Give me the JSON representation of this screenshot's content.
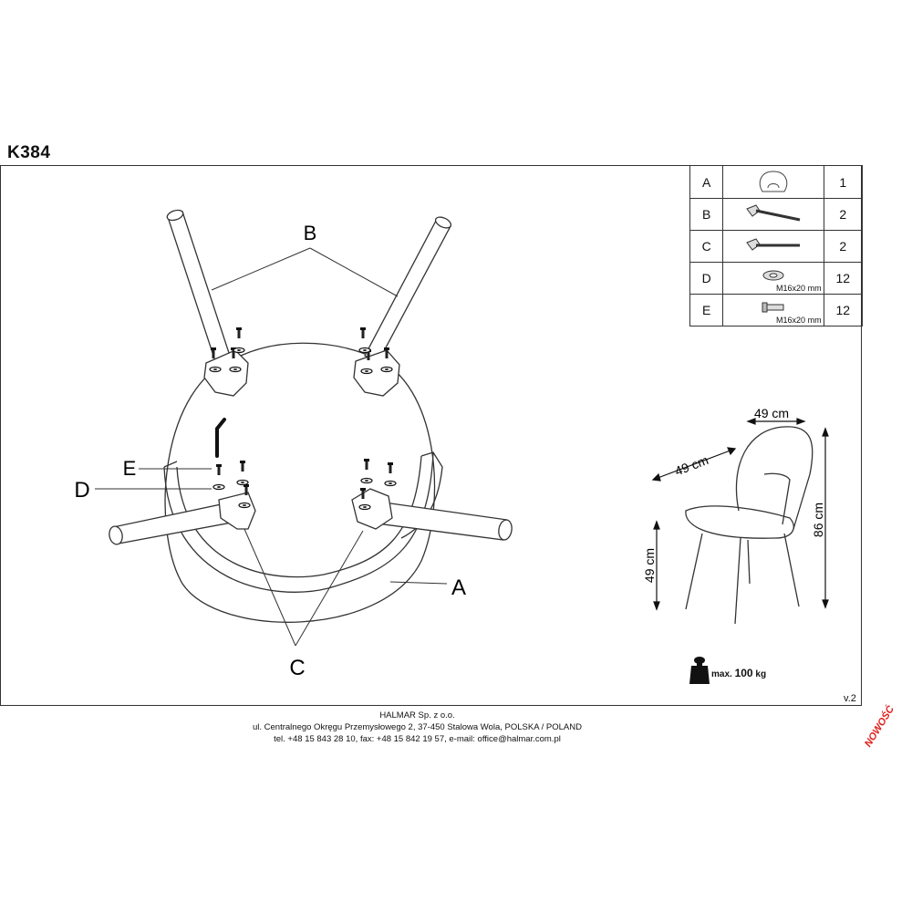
{
  "header": {
    "model": "K384"
  },
  "callouts": {
    "a": "A",
    "b": "B",
    "c": "C",
    "d": "D",
    "e": "E"
  },
  "parts": [
    {
      "letter": "A",
      "qty": "1",
      "spec": "",
      "icon": "chair-seat-icon"
    },
    {
      "letter": "B",
      "qty": "2",
      "spec": "",
      "icon": "leg-with-bracket-icon"
    },
    {
      "letter": "C",
      "qty": "2",
      "spec": "",
      "icon": "leg-with-bracket-icon"
    },
    {
      "letter": "D",
      "qty": "12",
      "spec": "M16x20 mm",
      "icon": "washer-icon"
    },
    {
      "letter": "E",
      "qty": "12",
      "spec": "M16x20 mm",
      "icon": "bolt-icon"
    }
  ],
  "dimensions": {
    "width": "49 cm",
    "depth": "49 cm",
    "height": "86 cm",
    "seat_height": "49 cm"
  },
  "max_load": {
    "prefix": "max.",
    "value": "100",
    "unit": "kg"
  },
  "version": "v.2",
  "footer": {
    "company": "HALMAR Sp. z o.o.",
    "address": "ul. Centralnego Okręgu Przemysłowego 2, 37-450 Stalowa Wola, POLSKA / POLAND",
    "contact": "tel. +48 15 843 28 10, fax: +48 15 842 19 57, e-mail: office@halmar.com.pl"
  },
  "stamp": "NOWOŚĆ"
}
